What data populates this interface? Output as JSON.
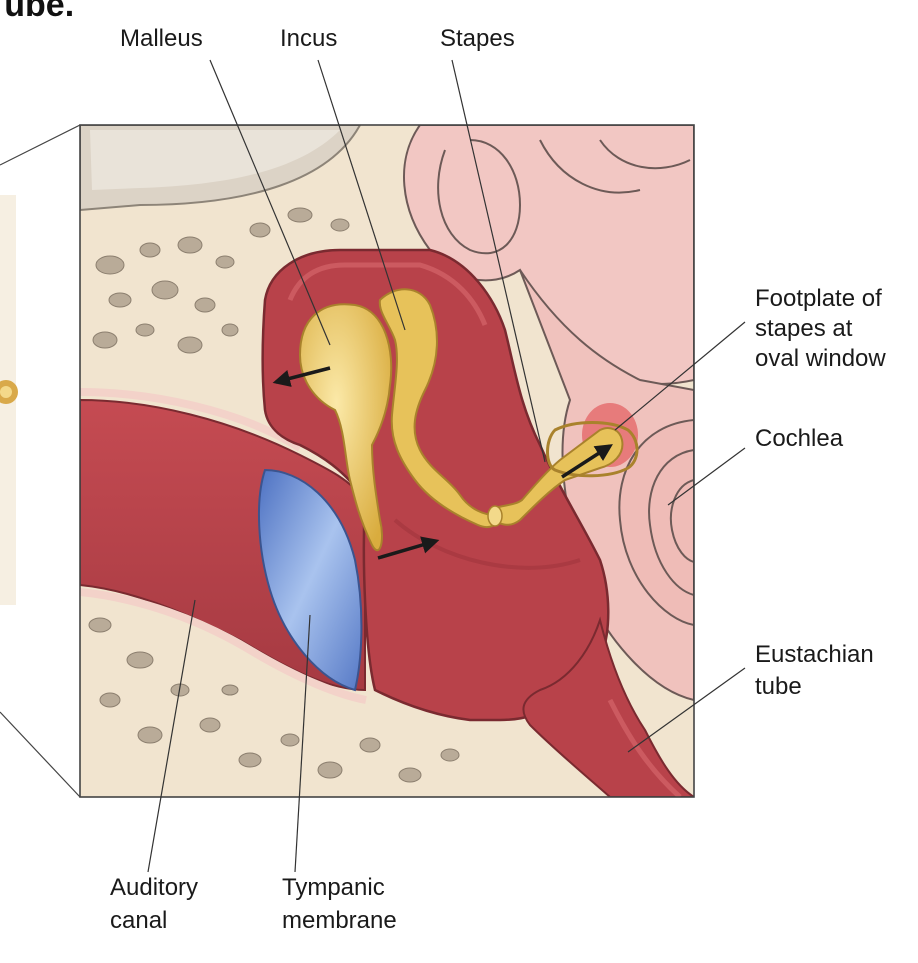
{
  "header_fragment": "Tube.",
  "labels": {
    "malleus": "Malleus",
    "incus": "Incus",
    "stapes": "Stapes",
    "footplate_1": "Footplate of",
    "footplate_2": "stapes at",
    "footplate_3": "oval window",
    "cochlea": "Cochlea",
    "eustachian_1": "Eustachian",
    "eustachian_2": "tube",
    "auditory_1": "Auditory",
    "auditory_2": "canal",
    "tympanic_1": "Tympanic",
    "tympanic_2": "membrane"
  },
  "colors": {
    "tissue_red": "#b8424a",
    "tissue_dark": "#8e2a32",
    "bone_cream": "#f1e4cf",
    "bone_pocket": "#a89a88",
    "ossicle_gold": "#e7c25a",
    "membrane_blue": "#6e95d6",
    "inner_ear_pink": "#f2c7c3"
  }
}
